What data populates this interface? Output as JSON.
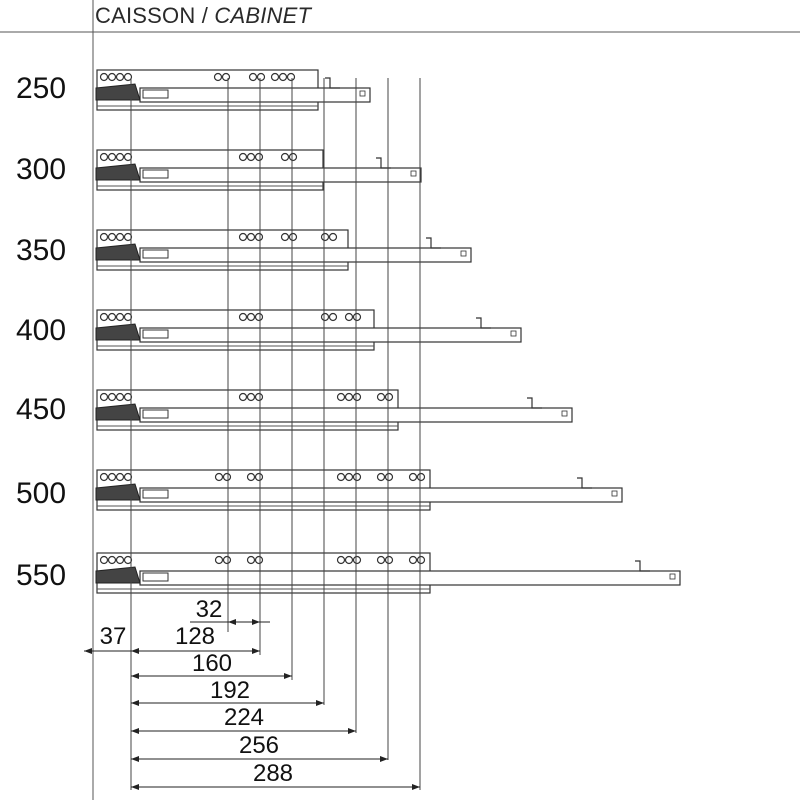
{
  "header": {
    "title_fr": "CAISSON",
    "separator": " / ",
    "title_en": "CABINET"
  },
  "sizes": [
    "250",
    "300",
    "350",
    "400",
    "450",
    "500",
    "550"
  ],
  "dimensions": {
    "offset": "37",
    "spacing": "32",
    "hole_positions": [
      "128",
      "160",
      "192",
      "224",
      "256",
      "288"
    ]
  }
}
